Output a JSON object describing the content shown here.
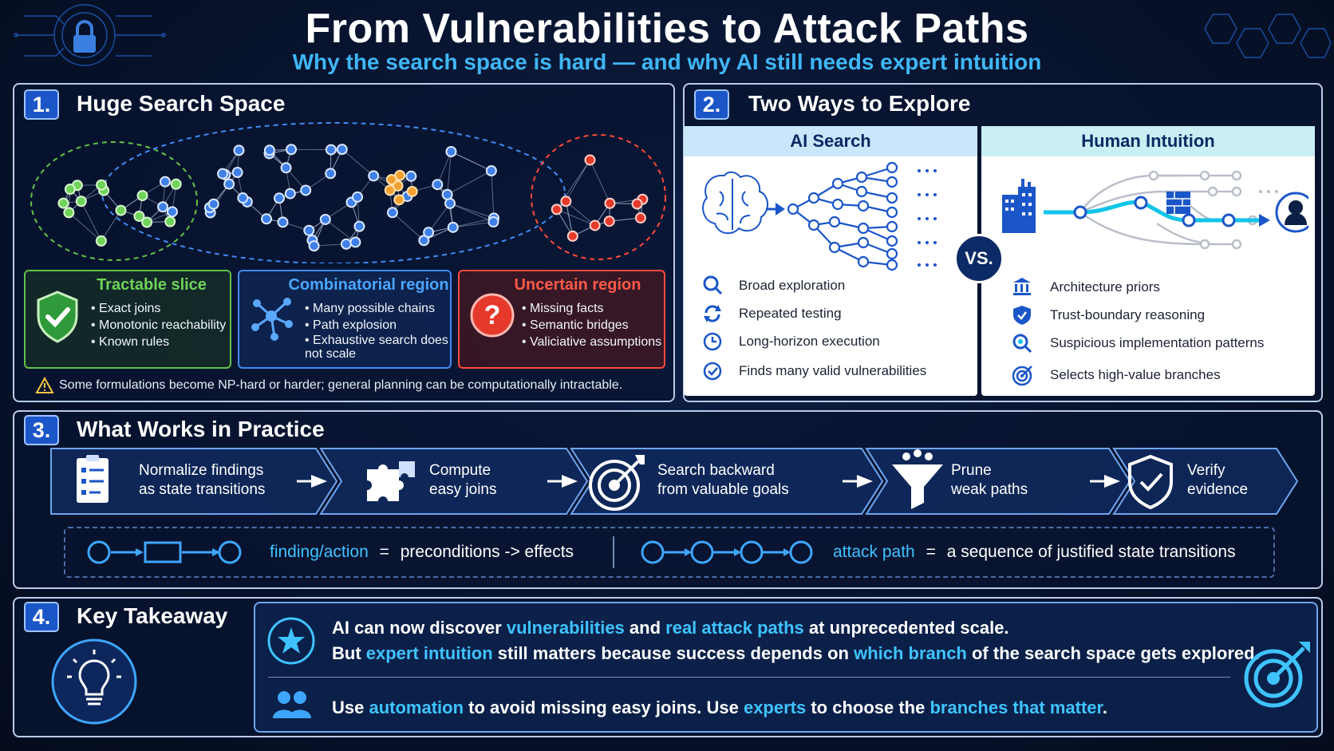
{
  "header": {
    "title": "From Vulnerabilities to Attack Paths",
    "subtitle": "Why the search space is hard — and why AI still needs expert intuition"
  },
  "section1": {
    "number": "1.",
    "title": "Huge Search Space",
    "slices": [
      {
        "title": "Tractable slice",
        "items": [
          "Exact joins",
          "Monotonic reachability",
          "Known rules"
        ],
        "icon": "shield-check-icon",
        "color": "#6fd35a"
      },
      {
        "title": "Combinatorial region",
        "items": [
          "Many possible chains",
          "Path explosion",
          "Exhaustive search does not scale"
        ],
        "icon": "molecule-icon",
        "color": "#3f8cf5"
      },
      {
        "title": "Uncertain region",
        "items": [
          "Missing facts",
          "Semantic bridges",
          "Valiciative assumptions"
        ],
        "icon": "question-icon",
        "color": "#ff4a3a"
      }
    ],
    "warning": "Some formulations become NP-hard or harder; general planning can be computationally intractable."
  },
  "section2": {
    "number": "2.",
    "title": "Two Ways to Explore",
    "vs": "VS.",
    "ai": {
      "heading": "AI Search",
      "features": [
        {
          "icon": "search-icon",
          "label": "Broad exploration"
        },
        {
          "icon": "refresh-icon",
          "label": "Repeated testing"
        },
        {
          "icon": "clock-icon",
          "label": "Long-horizon execution"
        },
        {
          "icon": "check-circle-icon",
          "label": "Finds many valid vulnerabilities"
        }
      ]
    },
    "human": {
      "heading": "Human Intuition",
      "features": [
        {
          "icon": "building-icon",
          "label": "Architecture priors"
        },
        {
          "icon": "shield-icon",
          "label": "Trust-boundary reasoning"
        },
        {
          "icon": "magnifier-gear-icon",
          "label": "Suspicious implementation patterns"
        },
        {
          "icon": "target-icon",
          "label": "Selects high-value branches"
        }
      ]
    }
  },
  "section3": {
    "number": "3.",
    "title": "What Works in Practice",
    "steps": [
      {
        "line1": "Normalize findings",
        "line2": "as state transitions",
        "icon": "checklist-icon"
      },
      {
        "line1": "Compute",
        "line2": "easy joins",
        "icon": "puzzle-icon"
      },
      {
        "line1": "Search backward",
        "line2": "from valuable goals",
        "icon": "target-icon"
      },
      {
        "line1": "Prune",
        "line2": "weak paths",
        "icon": "funnel-icon"
      },
      {
        "line1": "Verify",
        "line2": "evidence",
        "icon": "shield-check-icon"
      }
    ],
    "formula1": {
      "term": "finding/action",
      "eq": "=",
      "def": "preconditions -> effects"
    },
    "formula2": {
      "term": "attack path",
      "eq": "=",
      "def": "a sequence of justified state transitions"
    }
  },
  "section4": {
    "number": "4.",
    "title": "Key Takeaway",
    "line1": [
      "AI can now discover ",
      "vulnerabilities",
      " and ",
      "real attack paths",
      " at unprecedented scale."
    ],
    "line2": [
      "But ",
      "expert intuition",
      " still matters because success depends on ",
      "which branch",
      " of the search space gets explored."
    ],
    "line3": [
      "Use ",
      "automation",
      " to avoid missing easy joins. Use ",
      "experts",
      " to choose the ",
      "branches that matter",
      "."
    ]
  },
  "colors": {
    "accent": "#3fc3ff",
    "panel_border": "#b9cbe8",
    "badge": "#1b56c9"
  }
}
